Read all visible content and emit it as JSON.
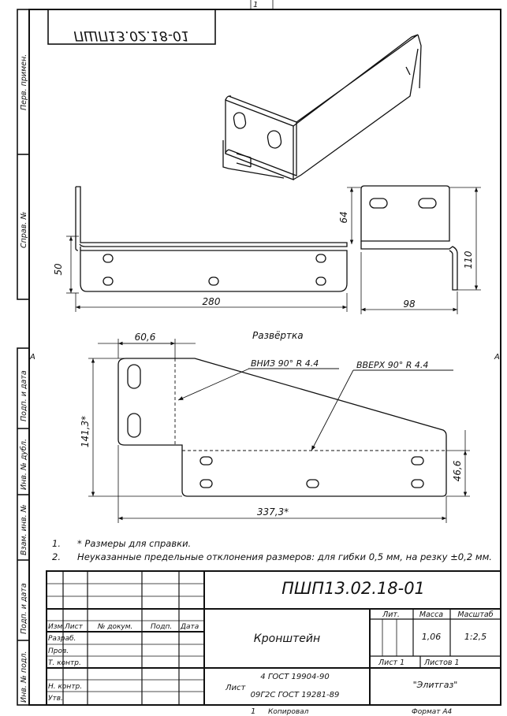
{
  "drawing_number": "ПШП13.02.18-01",
  "top_mirrored_number": "ПШП13.02.18-01",
  "sheet_top_number": "1",
  "side_labels": [
    "Перв. примен.",
    "Справ. №",
    "Подп. и дата",
    "Инв. № дубл.",
    "Взам. инв. №",
    "Подп. и дата",
    "Инв. № подл."
  ],
  "dimensions": {
    "height_50": "50",
    "length_280": "280",
    "height_64": "64",
    "height_110": "110",
    "width_98": "98",
    "width_60_6": "60,6",
    "height_141_3": "141,3*",
    "length_337_3": "337,3*",
    "height_46_6": "46,6"
  },
  "labels": {
    "unfold": "Развёртка",
    "bend_down": "ВНИЗ  90°  R 4.4",
    "bend_up": "ВВЕРХ  90°  R 4.4",
    "section_mark_left": "А",
    "section_mark_right": "А"
  },
  "notes": [
    {
      "num": "1.",
      "text": "* Размеры для справки."
    },
    {
      "num": "2.",
      "text": "Неуказанные предельные отклонения размеров: для гибки 0,5 мм, на резку ±0,2 мм."
    }
  ],
  "title_block": {
    "headers": [
      "Изм.",
      "Лист",
      "№ докум.",
      "Подп.",
      "Дата"
    ],
    "roles": [
      "Разраб.",
      "Пров.",
      "Т. контр.",
      "Н. контр.",
      "Утв."
    ],
    "part_name": "Кронштейн",
    "lit_header": "Лит.",
    "mass_header": "Масса",
    "scale_header": "Масштаб",
    "mass": "1,06",
    "scale": "1:2,5",
    "sheet_label": "Лист 1",
    "sheets_label": "Листов 1",
    "material_sheet": "Лист",
    "material_line1": "4 ГОСТ 19904-90",
    "material_line2": "09Г2С ГОСТ 19281-89",
    "company": "\"Элитгаз\""
  },
  "footer": {
    "page": "1",
    "copied": "Копировал",
    "format": "Формат А4"
  }
}
